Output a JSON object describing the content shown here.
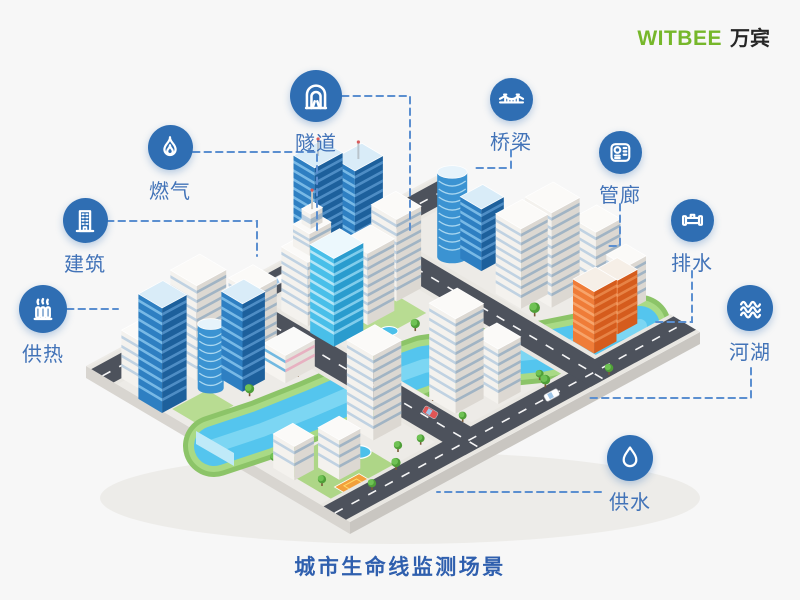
{
  "logo": {
    "brand": "WITBEE",
    "suffix": "万宾"
  },
  "title": "城市生命线监测场景",
  "badges": [
    {
      "id": "tunnel",
      "label": "隧道",
      "icon": "tunnel-icon"
    },
    {
      "id": "bridge",
      "label": "桥梁",
      "icon": "bridge-icon"
    },
    {
      "id": "gas",
      "label": "燃气",
      "icon": "flame-icon"
    },
    {
      "id": "pipe-gallery",
      "label": "管廊",
      "icon": "utility-tunnel-icon"
    },
    {
      "id": "building",
      "label": "建筑",
      "icon": "building-icon"
    },
    {
      "id": "drainage",
      "label": "排水",
      "icon": "pipe-icon"
    },
    {
      "id": "heating",
      "label": "供热",
      "icon": "radiator-icon"
    },
    {
      "id": "river-lake",
      "label": "河湖",
      "icon": "waves-icon"
    },
    {
      "id": "water-supply",
      "label": "供水",
      "icon": "water-drop-icon"
    }
  ],
  "colors": {
    "background": "#f7f7f7",
    "badge_blue": "#2f6eb3",
    "label_blue": "#4273b8",
    "title_blue": "#2f5fae",
    "connector_blue": "#5b8fd0",
    "brand_green": "#76b72a",
    "brand_dark": "#262626"
  }
}
